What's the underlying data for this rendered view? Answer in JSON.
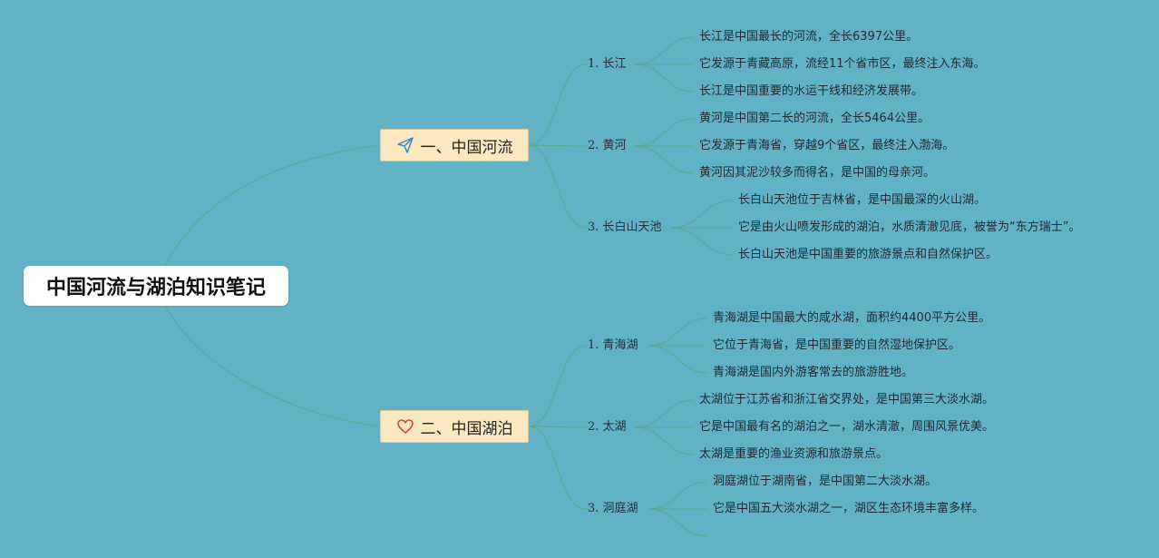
{
  "root": {
    "label": "中国河流与湖泊知识笔记"
  },
  "branches": [
    {
      "label": "一、中国河流",
      "icon": "paper-plane-icon",
      "icon_color": "#3a86c8",
      "children": [
        {
          "label": "1. 长江",
          "leaves": [
            "长江是中国最长的河流，全长6397公里。",
            "它发源于青藏高原，流经11个省市区，最终注入东海。",
            "长江是中国重要的水运干线和经济发展带。"
          ]
        },
        {
          "label": "2. 黄河",
          "leaves": [
            "黄河是中国第二长的河流，全长5464公里。",
            "它发源于青海省，穿越9个省区，最终注入渤海。",
            "黄河因其泥沙较多而得名，是中国的母亲河。"
          ]
        },
        {
          "label": "3. 长白山天池",
          "leaves": [
            "长白山天池位于吉林省，是中国最深的火山湖。",
            "它是由火山喷发形成的湖泊，水质清澈见底，被誉为“东方瑞士”。",
            "长白山天池是中国重要的旅游景点和自然保护区。"
          ]
        }
      ]
    },
    {
      "label": "二、中国湖泊",
      "icon": "heart-icon",
      "icon_color": "#d9443b",
      "children": [
        {
          "label": "1. 青海湖",
          "leaves": [
            "青海湖是中国最大的咸水湖，面积约4400平方公里。",
            "它位于青海省，是中国重要的自然湿地保护区。",
            "青海湖是国内外游客常去的旅游胜地。"
          ]
        },
        {
          "label": "2. 太湖",
          "leaves": [
            "太湖位于江苏省和浙江省交界处，是中国第三大淡水湖。",
            "它是中国最有名的湖泊之一，湖水清澈，周围风景优美。",
            "太湖是重要的渔业资源和旅游景点。"
          ]
        },
        {
          "label": "3. 洞庭湖",
          "leaves": [
            "洞庭湖位于湖南省，是中国第二大淡水湖。",
            "它是中国五大淡水湖之一，湖区生态环境丰富多样。",
            ""
          ]
        }
      ]
    }
  ]
}
